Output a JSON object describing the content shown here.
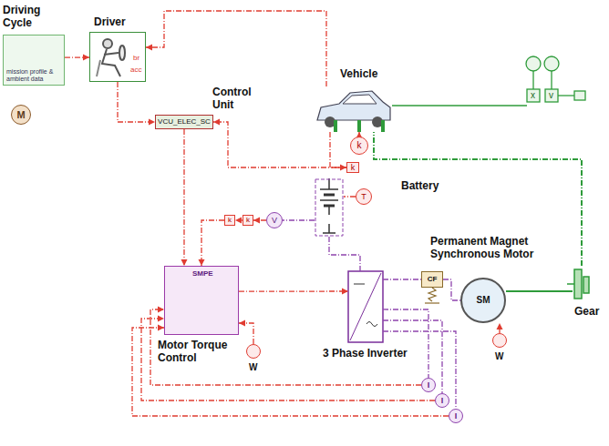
{
  "diagram": {
    "nodes": [
      {
        "text": [
          "Driving Cycle",
          "mission profile & ambient data"
        ]
      },
      {
        "text": [
          "Driver"
        ]
      },
      {
        "text": [
          "Vehicle"
        ]
      },
      {
        "text": [
          "M"
        ]
      },
      {
        "text": [
          "Control Unit",
          "VCU_ELEC_SC"
        ]
      },
      {
        "text": [
          "k"
        ]
      },
      {
        "text": [
          "k"
        ]
      },
      {
        "text": [
          "Battery"
        ]
      },
      {
        "text": [
          "T"
        ]
      },
      {
        "text": [
          "k"
        ]
      },
      {
        "text": [
          "k"
        ]
      },
      {
        "text": [
          "V"
        ]
      },
      {
        "text": [
          "Permanent Magnet Synchronous Motor",
          "SM"
        ]
      },
      {
        "text": [
          "SMPE",
          "Motor Torque Control"
        ]
      },
      {
        "text": [
          "3 Phase Inverter"
        ]
      },
      {
        "text": [
          "CF"
        ]
      },
      {
        "text": [
          "Gear"
        ]
      },
      {
        "text": [
          "W"
        ]
      },
      {
        "text": [
          "W"
        ]
      },
      {
        "text": [
          "I"
        ]
      },
      {
        "text": [
          "I"
        ]
      },
      {
        "text": [
          "I"
        ]
      }
    ],
    "edges": [
      {
        "from": 0,
        "to": 1,
        "arrow": "to"
      },
      {
        "from": 1,
        "to": 4,
        "arrow": "to"
      },
      {
        "from": 4,
        "to": 13,
        "arrow": "to"
      },
      {
        "from": 5,
        "to": 2,
        "arrow": "to"
      },
      {
        "from": 2,
        "to": 6,
        "arrow": "to"
      },
      {
        "from": 6,
        "to": 4,
        "arrow": "to"
      },
      {
        "from": 2,
        "to": 1,
        "arrow": "to"
      },
      {
        "from": 7,
        "to": 11,
        "arrow": "none"
      },
      {
        "from": 11,
        "to": 10,
        "arrow": "to"
      },
      {
        "from": 10,
        "to": 9,
        "arrow": "to"
      },
      {
        "from": 9,
        "to": 13,
        "arrow": "to"
      },
      {
        "from": 13,
        "to": 14,
        "arrow": "to"
      },
      {
        "from": 7,
        "to": 14,
        "arrow": "none"
      },
      {
        "from": 8,
        "to": 7,
        "arrow": "none"
      },
      {
        "from": 14,
        "to": 15,
        "arrow": "none"
      },
      {
        "from": 15,
        "to": 12,
        "arrow": "none"
      },
      {
        "from": 12,
        "to": 16,
        "arrow": "none"
      },
      {
        "from": 16,
        "to": 2,
        "arrow": "none"
      },
      {
        "from": 17,
        "to": 13,
        "arrow": "to"
      },
      {
        "from": 18,
        "to": 12,
        "arrow": "to"
      },
      {
        "from": 14,
        "to": 19,
        "arrow": "none"
      },
      {
        "from": 14,
        "to": 20,
        "arrow": "none"
      },
      {
        "from": 14,
        "to": 21,
        "arrow": "none"
      },
      {
        "from": 19,
        "to": 13,
        "arrow": "to"
      },
      {
        "from": 20,
        "to": 13,
        "arrow": "to"
      },
      {
        "from": 21,
        "to": 13,
        "arrow": "to"
      }
    ],
    "labels": [
      "br",
      "acc",
      "x",
      "v"
    ]
  }
}
